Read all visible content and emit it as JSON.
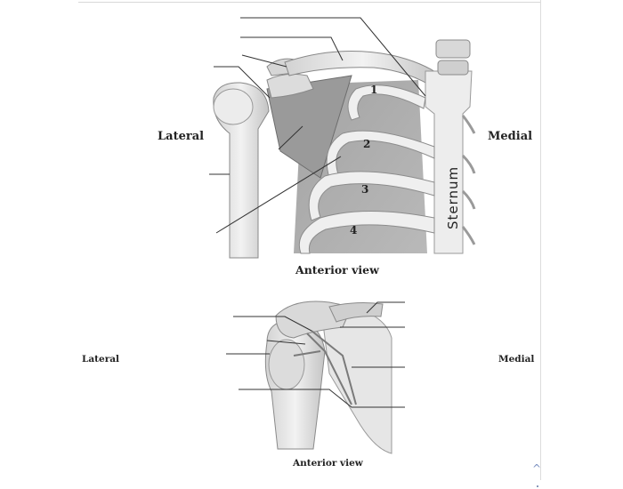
{
  "top_figure": {
    "lateral_label": "Lateral",
    "medial_label": "Medial",
    "caption": "Anterior view",
    "handwritten": "Sternum",
    "rib_numbers": [
      "1",
      "2",
      "3",
      "4"
    ]
  },
  "bottom_figure": {
    "lateral_label": "Lateral",
    "medial_label": "Medial",
    "caption": "Anterior view"
  },
  "icons": [
    "scroll-up-icon"
  ]
}
